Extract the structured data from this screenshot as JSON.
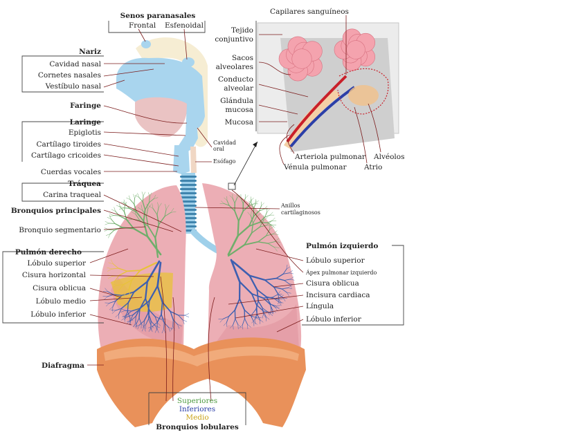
{
  "colors": {
    "lung": "#ecaeb5",
    "lung_dark": "#d9838f",
    "diaphragm": "#e9915a",
    "airway": "#9fd0ea",
    "bronchi_superior": "#6fae6b",
    "bronchi_inferior": "#3d5fb0",
    "bronchi_medio": "#e8c23a",
    "alveoli": "#f4a3ae",
    "leader": "#7a1a1a"
  },
  "top": {
    "senos_title": "Senos paranasales",
    "frontal": "Frontal",
    "esfenoidal": "Esfenoidal"
  },
  "nariz": {
    "title": "Nariz",
    "items": [
      "Cavidad nasal",
      "Cornetes nasales",
      "Vestíbulo nasal"
    ]
  },
  "faringe": "Faringe",
  "laringe": {
    "title": "Laringe",
    "items": [
      "Epiglotis",
      "Cartílago tiroides",
      "Cartílago cricoides",
      "Cuerdas vocales"
    ]
  },
  "traquea": {
    "title": "Tráquea",
    "items": [
      "Carina traqueal"
    ]
  },
  "bronquios": {
    "principales": "Bronquios principales",
    "segmentario": "Bronquio segmentario"
  },
  "cavidad_oral": [
    "Cavidad",
    "oral"
  ],
  "esofago": "Esófago",
  "anillos": [
    "Anillos",
    "cartilaginosos"
  ],
  "pulmon_derecho": {
    "title": "Pulmón derecho",
    "items": [
      "Lóbulo superior",
      "Cisura horizontal",
      "Cisura oblicua",
      "Lóbulo medio",
      "Lóbulo inferior"
    ]
  },
  "pulmon_izquierdo": {
    "title": "Pulmón izquierdo",
    "items": [
      "Lóbulo superior",
      "Ápex pulmonar izquierdo",
      "Cisura oblicua",
      "Incisura cardiaca",
      "Língula",
      "Lóbulo inferior"
    ]
  },
  "diafragma": "Diafragma",
  "lobulares": {
    "superiores": "Superiores",
    "inferiores": "Inferiores",
    "medio": "Medio",
    "title": "Bronquios lobulares"
  },
  "inset": {
    "capilares": "Capilares sanguíneos",
    "tejido": [
      "Tejido",
      "conjuntivo"
    ],
    "sacos": [
      "Sacos",
      "alveolares"
    ],
    "conducto": [
      "Conducto",
      "alveolar"
    ],
    "glandula": [
      "Glándula",
      "mucosa"
    ],
    "mucosa": "Mucosa",
    "arteriola": "Arteriola pulmonar",
    "venula": "Vénula pulmonar",
    "alveolos": "Alvéolos",
    "atrio": "Atrio"
  }
}
